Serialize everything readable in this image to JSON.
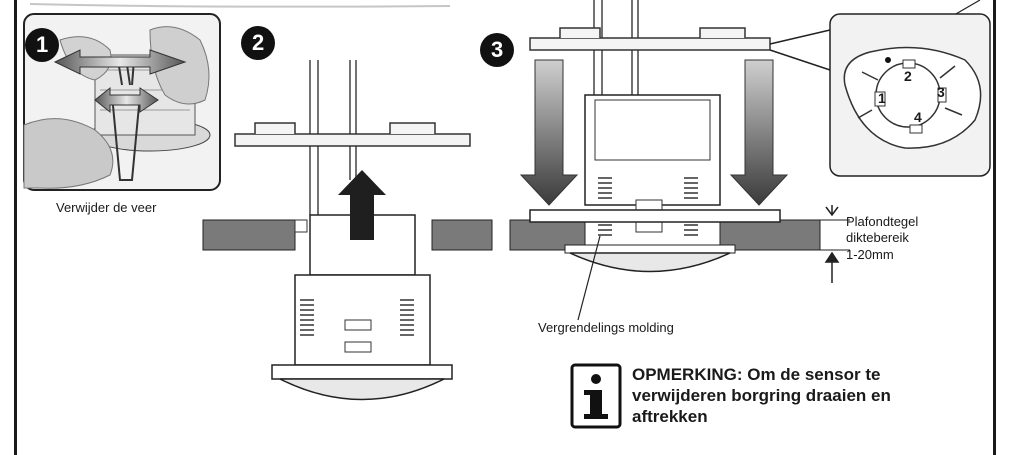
{
  "steps": [
    {
      "number": "1",
      "caption": "Verwijder de veer"
    },
    {
      "number": "2"
    },
    {
      "number": "3"
    }
  ],
  "ring_detail": {
    "positions": [
      "1",
      "2",
      "3",
      "4"
    ]
  },
  "annotations": {
    "ceiling_tile_line1": "Plafondtegel",
    "ceiling_tile_line2": "diktebereik",
    "ceiling_tile_range": "1-20mm",
    "locking_molding": "Vergrendelings molding"
  },
  "note": {
    "text": "OPMERKING: Om de sensor te verwijderen borgring draaien en aftrekken",
    "icon": "info-icon"
  }
}
